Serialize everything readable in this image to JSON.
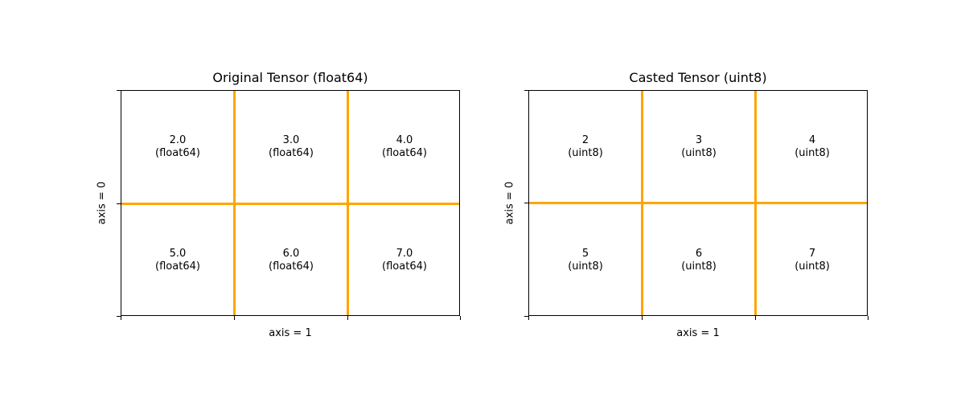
{
  "panels": [
    {
      "title": "Original Tensor (float64)",
      "xlabel": "axis = 1",
      "ylabel": "axis = 0",
      "cells": [
        {
          "value": "2.0",
          "dtype": "(float64)"
        },
        {
          "value": "3.0",
          "dtype": "(float64)"
        },
        {
          "value": "4.0",
          "dtype": "(float64)"
        },
        {
          "value": "5.0",
          "dtype": "(float64)"
        },
        {
          "value": "6.0",
          "dtype": "(float64)"
        },
        {
          "value": "7.0",
          "dtype": "(float64)"
        }
      ]
    },
    {
      "title": "Casted Tensor (uint8)",
      "xlabel": "axis = 1",
      "ylabel": "axis = 0",
      "cells": [
        {
          "value": "2",
          "dtype": "(uint8)"
        },
        {
          "value": "3",
          "dtype": "(uint8)"
        },
        {
          "value": "4",
          "dtype": "(uint8)"
        },
        {
          "value": "5",
          "dtype": "(uint8)"
        },
        {
          "value": "6",
          "dtype": "(uint8)"
        },
        {
          "value": "7",
          "dtype": "(uint8)"
        }
      ]
    }
  ],
  "colors": {
    "grid_line": "#ffa500",
    "frame": "#000000"
  }
}
